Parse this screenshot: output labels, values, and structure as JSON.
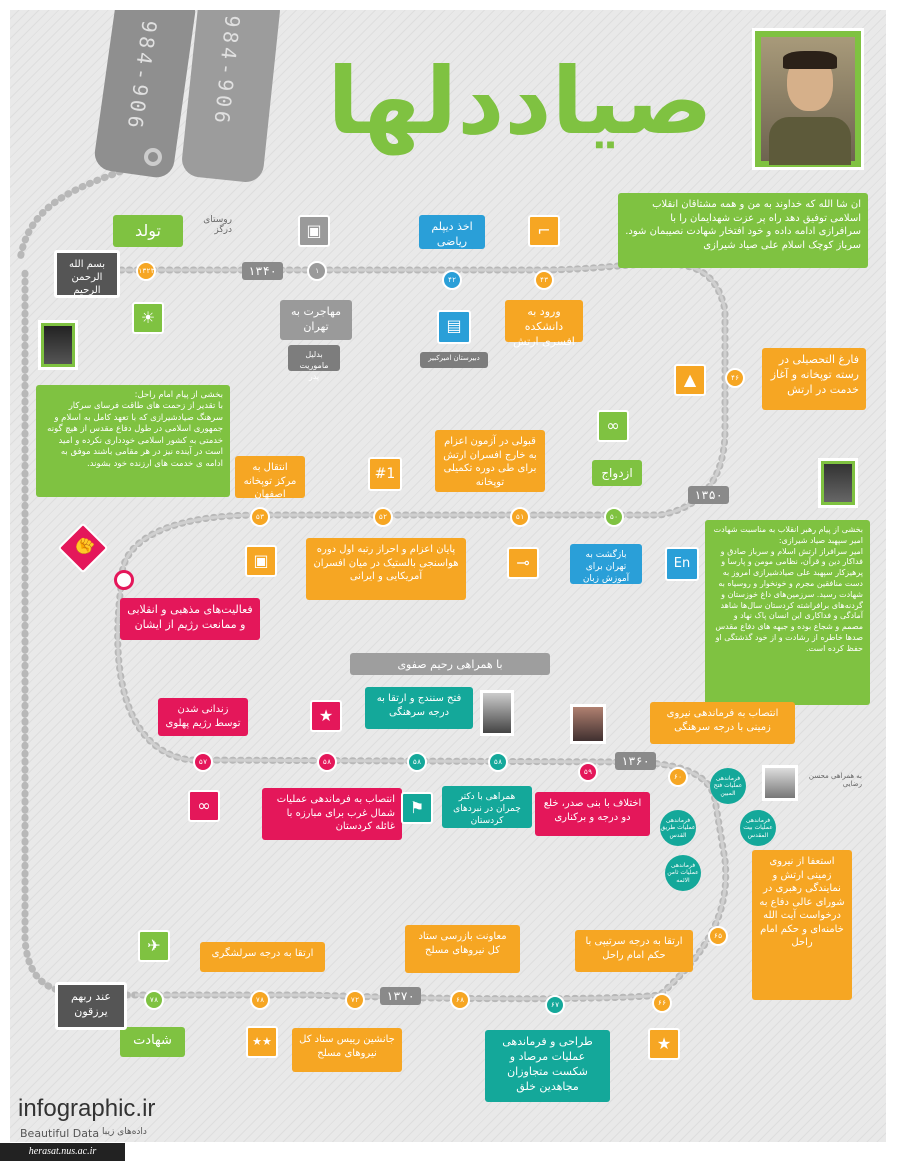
{
  "header": {
    "title": "صیاددلها"
  },
  "dog_tag": {
    "number": "984-906"
  },
  "quote": {
    "text": "ان شا الله که خداوند به من و همه مشتاقان انقلاب اسلامی توفیق دهد راه پر عزت شهدایمان را با سرافرازی ادامه داده و خود افتخار شهادت نصیبمان شود.\nسرباز کوچک اسلام علی صیاد شیرازی"
  },
  "imam_message": {
    "text": "بخشی از پیام امام راحل:\nبا تقدیر از زحمت های طاقت فرسای سرکار سرهنگ صیادشیرازی که با تعهد کامل به اسلام و جمهوری اسلامی در طول دفاع مقدس از هیچ گونه خدمتی به کشور اسلامی خودداری نکرده و امید است در آینده نیز در هر مقامی باشند موفق به ادامه ی خدمت های ارزنده خود بشوند."
  },
  "leader_message": {
    "text": "بخشی از پیام رهبر انقلاب به مناسبت شهادت امیر سپهبد صیاد شیرازی:\nامیر سرافراز ارتش اسلام و سرباز صادق و فداکار دین و قرآن، نظامی مومن و پارسا و پرهیزکار سپهبد علی صیادشیرازی امروز به دست منافقین مجرم و خونخوار و روسیاه به شهادت رسید. سرزمین‌های داغ خوزستان و گردنه‌های برافراشته کردستان سال‌ها شاهد آمادگی و فداکاری این انسان پاک نهاد و مصمم و شجاع بوده و جبهه های دفاع مقدس صدها خاطره از رشادت و از خود گذشتگی او حفظ کرده است."
  },
  "basmala": {
    "text": "بسم الله الرحمن الرحیم"
  },
  "ending_plate": {
    "text": "عند ربهم یرزقون"
  },
  "years": {
    "y1340": "۱۳۴۰",
    "y1350": "۱۳۵۰",
    "y1360": "۱۳۶۰",
    "y1370": "۱۳۷۰"
  },
  "events": {
    "birth": "تولد",
    "village": "روستای درگز",
    "migration": "مهاجرت به تهران",
    "father_mission": "بدلیل ماموریت پدر",
    "diploma": "اخذ دیپلم ریاضی",
    "school": "دبیرستان امیرکبیر",
    "academy": "ورود به دانشکده افسری ارتش",
    "graduation": "فارغ التحصیلی در رسته توپخانه و آغاز خدمت در ارتش",
    "marriage": "ازدواج",
    "exam": "قبولی در آزمون اعزام به خارج افسران ارتش برای طی دوره تکمیلی توپخانه",
    "english": "بازگشت به تهران برای آموزش زبان",
    "isfahan": "انتقال به مرکز توپخانه اصفهان",
    "rank1": "پایان اعزام و احراز رتبه اول دوره هواسنجی بالستیک در میان افسران آمریکایی و ایرانی",
    "activities": "فعالیت‌های مذهبی و انقلابی و ممانعت رژیم از ایشان",
    "safavi": "با همراهی رحیم صفوی",
    "prison": "زندانی شدن توسط رژیم پهلوی",
    "west_command": "انتصاب به فرماندهی عملیات شمال غرب برای مبارزه با غائله کردستان",
    "sanandaj": "فتح سنندج و ارتقا به درجه سرهنگی",
    "chamran": "همراهی با دکتر چمران در نبردهای کردستان",
    "banisadr": "اختلاف با بنی صدر، خلع دو درجه و برکناری",
    "ground_command": "انتصاب به فرماندهی نیروی زمینی با درجه سرهنگی",
    "resign": "استعفا از نیروی زمینی ارتش و نمایندگی رهبری در شورای عالی دفاع به درخواست آیت الله خامنه‌ای و حکم امام راحل",
    "brig": "ارتقا به درجه سرتیپی با حکم امام راحل",
    "mersad": "طراحی و فرماندهی عملیات مرصاد و شکست متجاوزان مجاهدین خلق",
    "deputy": "معاونت بازرسی ستاد کل نیروهای مسلح",
    "successor": "جانشین رییس ستاد کل نیروهای مسلح",
    "major_gen": "ارتقا به درجه سرلشگری",
    "martyrdom": "شهادت",
    "with_rafsanjani": "به همراهی محسن رضایی"
  },
  "bubbles": [
    "فرماندهی عملیات فتح المبین",
    "فرماندهی عملیات بیت المقدس",
    "فرماندهی عملیات طریق القدس",
    "فرماندهی عملیات ثامن الائمه"
  ],
  "nodes": {
    "n1": "۱۳۲۳",
    "n2": "۱",
    "n3": "۴۲",
    "n4": "۴۳",
    "n5": "۴۶",
    "n6": "۵۰",
    "n7": "۵۱",
    "n8": "۵۲",
    "n9": "۵۳",
    "n10": "۵۷",
    "n11": "۵۸",
    "n12": "۵۸",
    "n13": "۵۸",
    "n14": "۵۹",
    "n15": "۶۰",
    "n16": "۶۵",
    "n17": "۶۶",
    "n18": "۶۷",
    "n19": "۶۸",
    "n20": "۷۲",
    "n21": "۷۸",
    "n22": "۷۸"
  },
  "footer": {
    "brand": "infographic.ir",
    "tagline": "Beautiful Data",
    "tagline_fa": "داده‌های زیبا",
    "source": "herasat.nus.ac.ir"
  },
  "colors": {
    "green": "#7fc241",
    "orange": "#f6a623",
    "red": "#e4175a",
    "teal": "#14a89a",
    "blue": "#2a9fd8",
    "gray": "#9a9a9a"
  }
}
